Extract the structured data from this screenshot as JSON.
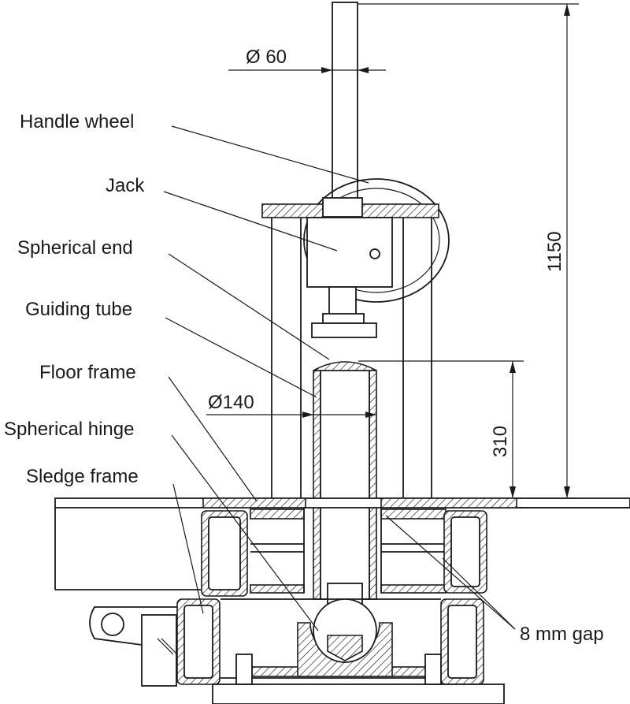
{
  "labels": {
    "handle_wheel": "Handle wheel",
    "jack": "Jack",
    "spherical_end": "Spherical end",
    "guiding_tube": "Guiding tube",
    "floor_frame": "Floor frame",
    "spherical_hinge": "Spherical hinge",
    "sledge_frame": "Sledge frame",
    "gap": "8 mm gap"
  },
  "dimensions": {
    "rod_diameter": "Ø 60",
    "tube_diameter": "Ø140",
    "height_total": "1150",
    "height_tube": "310"
  },
  "colors": {
    "line": "#1a1a1a",
    "background": "#ffffff"
  }
}
